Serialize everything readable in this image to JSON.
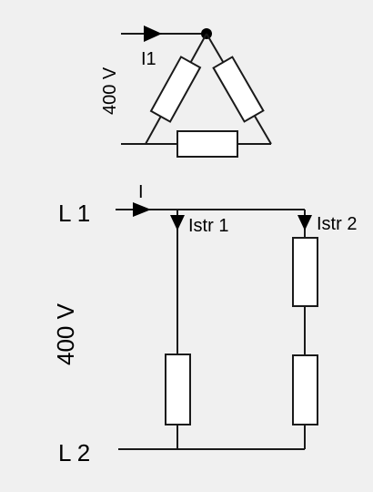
{
  "top_circuit": {
    "voltage_label": "400 V",
    "current_label": "I1"
  },
  "bottom_circuit": {
    "line1_label": "L 1",
    "line2_label": "L 2",
    "current_label": "I",
    "voltage_label": "400 V",
    "branch1_label": "Istr 1",
    "branch2_label": "Istr 2"
  },
  "colors": {
    "background": "#f0f0f0",
    "line": "#1a1a1a",
    "resistor_fill": "#ffffff"
  }
}
